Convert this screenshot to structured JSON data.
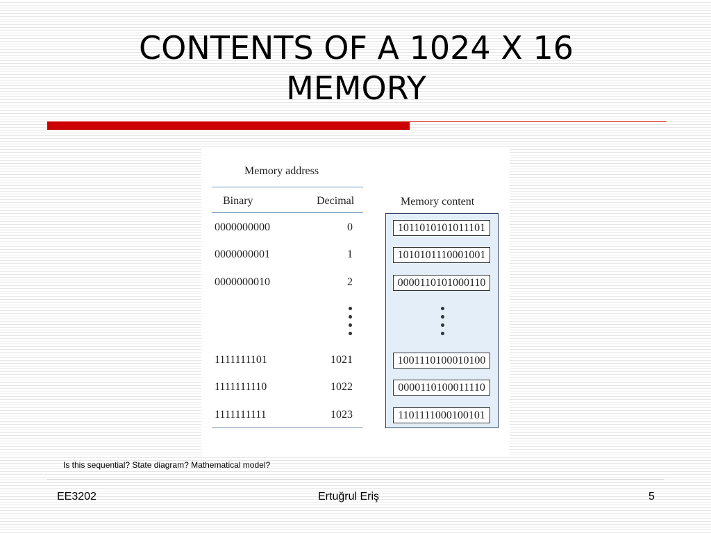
{
  "slide": {
    "title_lines": [
      "CONTENTS OF A 1024 X 16",
      "MEMORY"
    ],
    "note": "Is this sequential? State diagram? Mathematical model?",
    "footer": {
      "left": "EE3202",
      "center": "Ertuğrul Eriş",
      "right": "5"
    }
  },
  "figure": {
    "address_header": "Memory address",
    "binary_header": "Binary",
    "decimal_header": "Decimal",
    "content_header": "Memory content",
    "rows": [
      {
        "binary": "0000000000",
        "decimal": "0",
        "content": "1011010101011101"
      },
      {
        "binary": "0000000001",
        "decimal": "1",
        "content": "1010101110001001"
      },
      {
        "binary": "0000000010",
        "decimal": "2",
        "content": "0000110101000110"
      },
      {
        "binary": "1111111101",
        "decimal": "1021",
        "content": "1001110100010100"
      },
      {
        "binary": "1111111110",
        "decimal": "1022",
        "content": "0000110100011110"
      },
      {
        "binary": "1111111111",
        "decimal": "1023",
        "content": "1101111000100101"
      }
    ]
  },
  "colors": {
    "accent_red": "#cc0000",
    "panel_blue": "#e3eef8",
    "rule_blue": "#6b8fb5"
  }
}
